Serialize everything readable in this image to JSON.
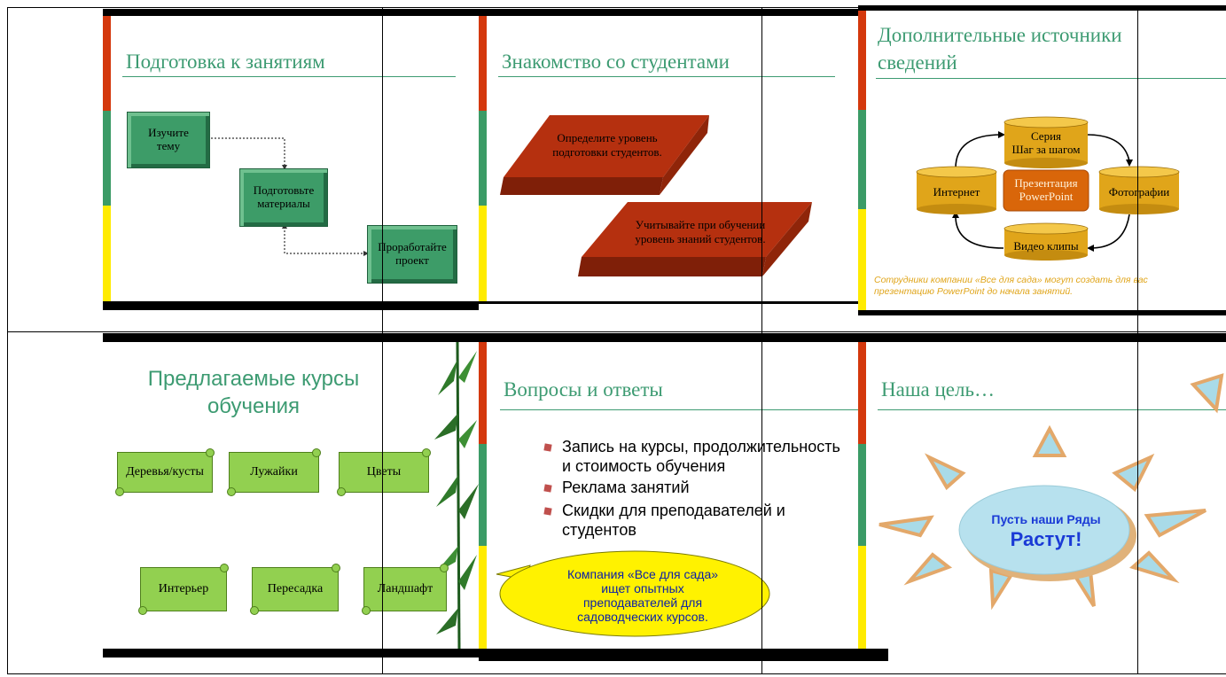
{
  "slides": {
    "prep": {
      "title": "Подготовка к занятиям",
      "steps": [
        "Изучите\nтему",
        "Подготовьте\nматериалы",
        "Проработайте\nпроект"
      ]
    },
    "students": {
      "title": "Знакомство со студентами",
      "blocks": [
        "Определите уровень\nподготовки студентов.",
        "Учитывайте при обучении\nуровень знаний студентов."
      ]
    },
    "sources": {
      "title": "Дополнительные источники\nсведений",
      "center": "Презентация\nPowerPoint",
      "top": "Серия\nШаг за шагом",
      "left": "Интернет",
      "right": "Фотографии",
      "bottom": "Видео клипы",
      "note": "Сотрудники компании «Все для сада» могут создать для вас\nпрезентацию PowerPoint до начала занятий."
    },
    "courses": {
      "title": "Предлагаемые курсы\nобучения",
      "items": [
        "Деревья/кусты",
        "Лужайки",
        "Цветы",
        "Интерьер",
        "Пересадка",
        "Ландшафт"
      ]
    },
    "qa": {
      "title": "Вопросы и ответы",
      "bullets": [
        "Запись на курсы, продолжительность\nи стоимость обучения",
        "Реклама занятий",
        "Скидки для преподавателей и\nстудентов"
      ],
      "callout": "Компания «Все для сада»\nищет опытных\nпреподавателей для\nсадоводческих курсов."
    },
    "goal": {
      "title": "Наша цель…",
      "line1": "Пусть наши Ряды",
      "line2": "Растут!"
    }
  },
  "colors": {
    "title_green": "#3d9b72",
    "stripe_red": "#d4380d",
    "stripe_green": "#3b9b66",
    "stripe_yellow": "#ffeb00",
    "box_green": "#3d9c68",
    "block_red": "#b5300f",
    "cylinder_gold": "#e0a51a",
    "center_orange": "#d9660a",
    "scroll_green": "#92d050",
    "callout_yellow": "#fff200",
    "triangle_blue": "#a9dbe8",
    "ellipse_blue": "#b7e1ee"
  }
}
